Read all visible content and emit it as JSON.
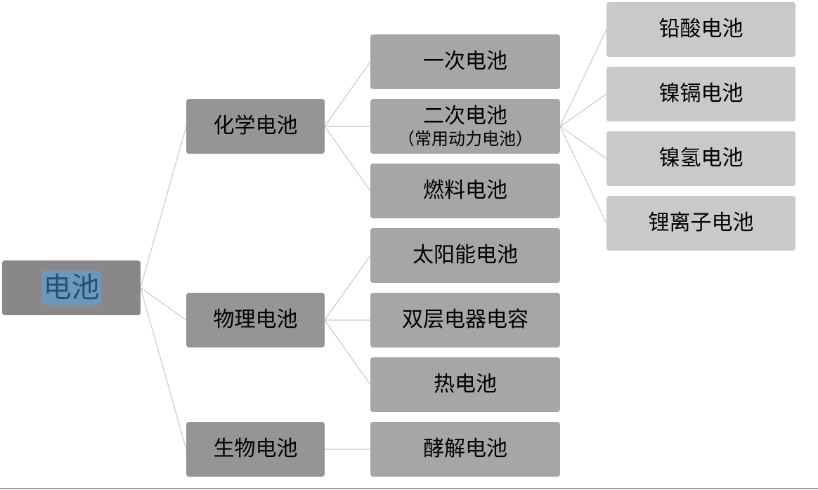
{
  "root": {
    "label": "电池"
  },
  "categories": [
    {
      "label": "化学电池",
      "children": [
        {
          "label": "一次电池"
        },
        {
          "label": "二次电池",
          "sub": "（常用动力电池）"
        },
        {
          "label": "燃料电池"
        }
      ]
    },
    {
      "label": "物理电池",
      "children": [
        {
          "label": "太阳能电池"
        },
        {
          "label": "双层电器电容"
        },
        {
          "label": "热电池"
        }
      ]
    },
    {
      "label": "生物电池",
      "children": [
        {
          "label": "酵解电池"
        }
      ]
    }
  ],
  "secondary_types": [
    {
      "label": "铅酸电池"
    },
    {
      "label": "镍镉电池"
    },
    {
      "label": "镍氢电池"
    },
    {
      "label": "锂离子电池"
    }
  ],
  "colors": {
    "root": "#888888",
    "root_highlight": "#6b98bd",
    "level1": "#959595",
    "level2": "#a6a6a6",
    "level3": "#c9c9c9",
    "connector": "#c8c8c8"
  }
}
